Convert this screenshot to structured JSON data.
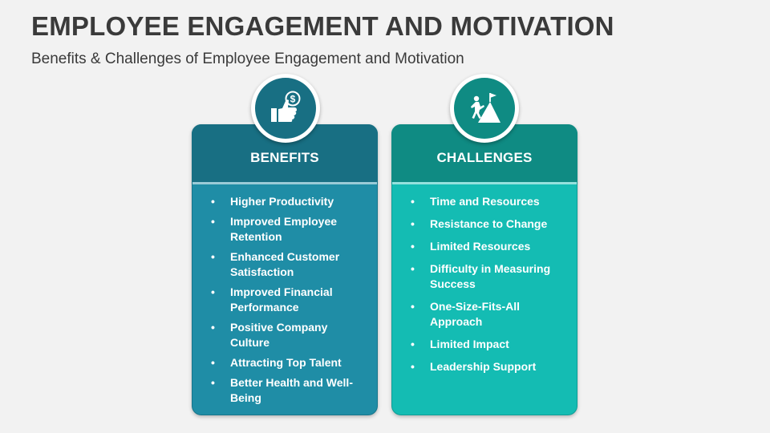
{
  "header": {
    "title": "EMPLOYEE ENGAGEMENT AND MOTIVATION",
    "subtitle": "Benefits & Challenges of Employee Engagement and Motivation"
  },
  "benefits": {
    "heading": "BENEFITS",
    "icon": "thumbs-up-dollar-icon",
    "color": "#1f8da6",
    "header_color": "#186f83",
    "items": [
      "Higher Productivity",
      "Improved Employee Retention",
      "Enhanced Customer Satisfaction",
      "Improved Financial Performance",
      "Positive Company Culture",
      "Attracting Top Talent",
      "Better Health and Well-Being"
    ]
  },
  "challenges": {
    "heading": "CHALLENGES",
    "icon": "climber-flag-icon",
    "color": "#14bcb3",
    "header_color": "#0f8b83",
    "items": [
      "Time and Resources",
      "Resistance to Change",
      "Limited Resources",
      "Difficulty in Measuring Success",
      "One-Size-Fits-All Approach",
      "Limited Impact",
      "Leadership Support"
    ]
  }
}
